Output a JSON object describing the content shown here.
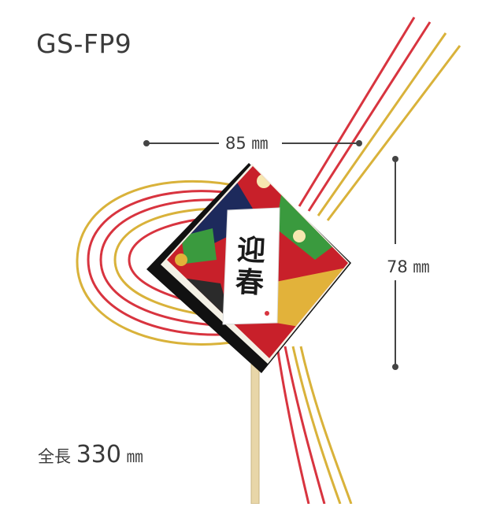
{
  "model": "GS-FP9",
  "dimensions": {
    "width": "85 ㎜",
    "height": "78 ㎜"
  },
  "total_length": {
    "prefix": "全長",
    "value": "330",
    "unit": "㎜"
  },
  "card": {
    "text": "迎春",
    "char1": "迎",
    "char2": "春"
  },
  "colors": {
    "red_cord": "#d8343f",
    "gold_cord": "#c9a227",
    "stick": "#e8d6a8",
    "paper_red": "#c8202a",
    "paper_navy": "#1d2a5c",
    "frame_black": "#111111"
  }
}
